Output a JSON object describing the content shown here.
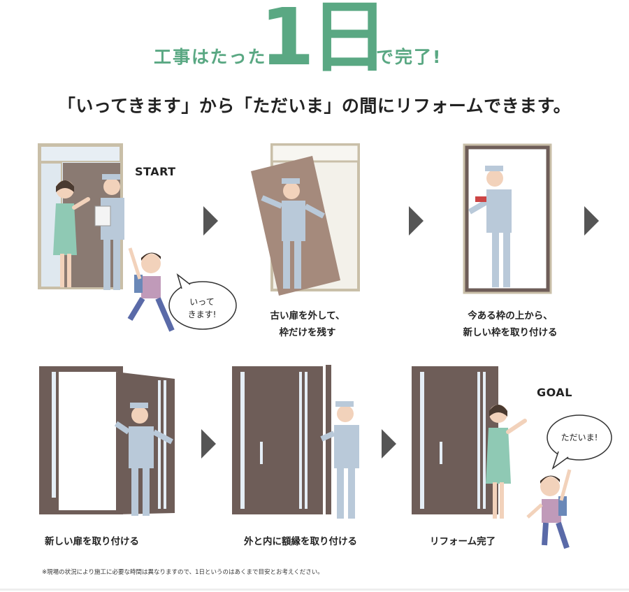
{
  "header": {
    "prefix": "工事はたった",
    "highlight": "1日",
    "suffix": "で完了!",
    "subtitle": "「いってきます」から「ただいま」の間にリフォームできます。"
  },
  "steps": [
    {
      "label_top": "START",
      "bubble_line1": "いって",
      "bubble_line2": "きます!",
      "caption_line1": "",
      "caption_line2": ""
    },
    {
      "caption_line1": "古い扉を外して、",
      "caption_line2": "枠だけを残す"
    },
    {
      "caption_line1": "今ある枠の上から、",
      "caption_line2": "新しい枠を取り付ける"
    },
    {
      "caption_line1": "新しい扉を取り付ける",
      "caption_line2": ""
    },
    {
      "caption_line1": "外と内に額縁を取り付ける",
      "caption_line2": ""
    },
    {
      "label_top": "GOAL",
      "bubble_line1": "ただいま!",
      "caption_line1": "リフォーム完了",
      "caption_line2": ""
    }
  ],
  "footnote": "※現場の状況により施工に必要な時間は異なりますので、1日というのはあくまで目安とお考えください。",
  "colors": {
    "accent": "#5aa883",
    "door": "#6e5d58",
    "frame": "#c9bfa8",
    "worker": "#b9c9d9",
    "arrow": "#555555"
  }
}
